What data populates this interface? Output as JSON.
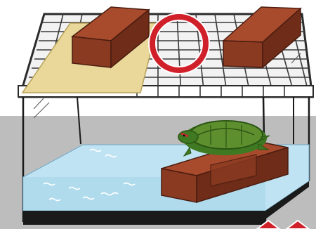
{
  "scene": {
    "subject": "turtle-tank",
    "elements": [
      "wire-mesh-lid",
      "cardboard-cover",
      "bricks",
      "water",
      "turtle",
      "red-circle-marker"
    ]
  },
  "colors": {
    "background_top": "#ffffff",
    "floor_band": "#bdbdbd",
    "mesh_wire": "#2a2a2a",
    "cardboard": "#e9d89a",
    "brick_front": "#8b3a22",
    "brick_top": "#a84a2c",
    "brick_dark": "#6e2c19",
    "glass_edge": "#1a1a1a",
    "water": "#bfe3f2",
    "water_deep": "#a6d6ea",
    "turtle_shell": "#5e8f2f",
    "turtle_skin": "#3f7a22",
    "turtle_stripe": "#c9292e",
    "marker_red": "#d0202a"
  }
}
